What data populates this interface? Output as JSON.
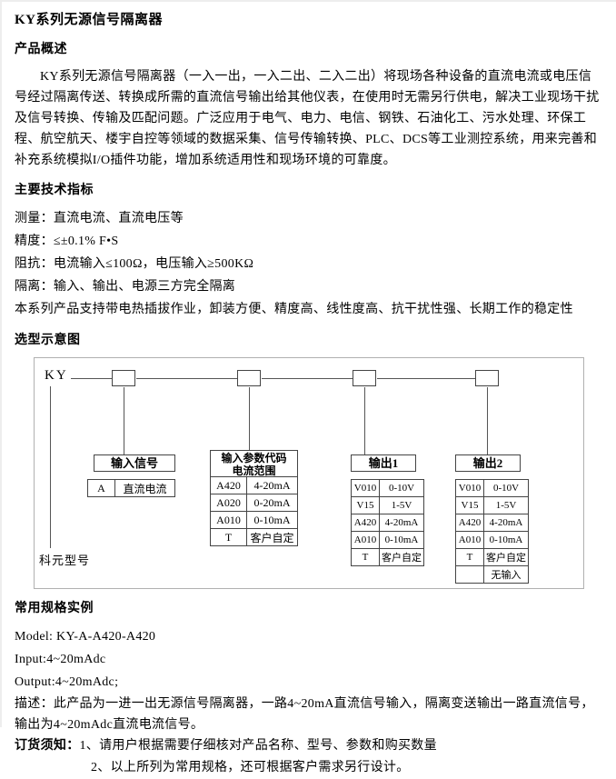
{
  "page": {
    "title": "KY系列无源信号隔离器"
  },
  "overview": {
    "heading": "产品概述",
    "body": "KY系列无源信号隔离器（一入一出，一入二出、二入二出）将现场各种设备的直流电流或电压信号经过隔离传送、转换成所需的直流信号输出给其他仪表，在使用时无需另行供电，解决工业现场干扰及信号转换、传输及匹配问题。广泛应用于电气、电力、电信、钢铁、石油化工、污水处理、环保工程、航空航天、楼宇自控等领域的数据采集、信号传输转换、PLC、DCS等工业测控系统，用来完善和补充系统模拟I/O插件功能，增加系统适用性和现场环境的可靠度。"
  },
  "specs": {
    "heading": "主要技术指标",
    "lines": [
      "测量：直流电流、直流电压等",
      "精度：≤±0.1% F•S",
      "阻抗：电流输入≤100Ω，电压输入≥500KΩ",
      "隔离：输入、输出、电源三方完全隔离",
      "本系列产品支持带电热插拔作业，卸装方便、精度高、线性度高、抗干扰性强、长期工作的稳定性"
    ]
  },
  "diagram": {
    "heading": "选型示意图",
    "prefix": "KY",
    "model_label": "科元型号",
    "t0": {
      "title": "输入信号",
      "rows": [
        [
          "A",
          "直流电流"
        ]
      ]
    },
    "t1": {
      "title_line1": "输入参数代码",
      "title_line2": "电流范围",
      "rows": [
        [
          "A420",
          "4-20mA"
        ],
        [
          "A020",
          "0-20mA"
        ],
        [
          "A010",
          "0-10mA"
        ],
        [
          "T",
          "客户自定"
        ]
      ]
    },
    "t2": {
      "title": "输出1",
      "rows": [
        [
          "V010",
          "0-10V"
        ],
        [
          "V15",
          "1-5V"
        ],
        [
          "A420",
          "4-20mA"
        ],
        [
          "A010",
          "0-10mA"
        ],
        [
          "T",
          "客户自定"
        ]
      ]
    },
    "t3": {
      "title": "输出2",
      "rows": [
        [
          "V010",
          "0-10V"
        ],
        [
          "V15",
          "1-5V"
        ],
        [
          "A420",
          "4-20mA"
        ],
        [
          "A010",
          "0-10mA"
        ],
        [
          "T",
          "客户自定"
        ],
        [
          "",
          "无输入"
        ]
      ]
    }
  },
  "example": {
    "heading": "常用规格实例",
    "lines": [
      "Model: KY-A-A420-A420",
      "Input:4~20mAdc",
      "Output:4~20mAdc;"
    ],
    "description": "描述：此产品为一进一出无源信号隔离器，一路4~20mA直流信号输入，隔离变送输出一路直流信号，输出为4~20mAdc直流电流信号。"
  },
  "ordering": {
    "label": "订货须知：",
    "item1": "1、请用户根据需要仔细核对产品名称、型号、参数和购买数量",
    "item2": "2、以上所列为常用规格，还可根据客户需求另行设计。"
  }
}
